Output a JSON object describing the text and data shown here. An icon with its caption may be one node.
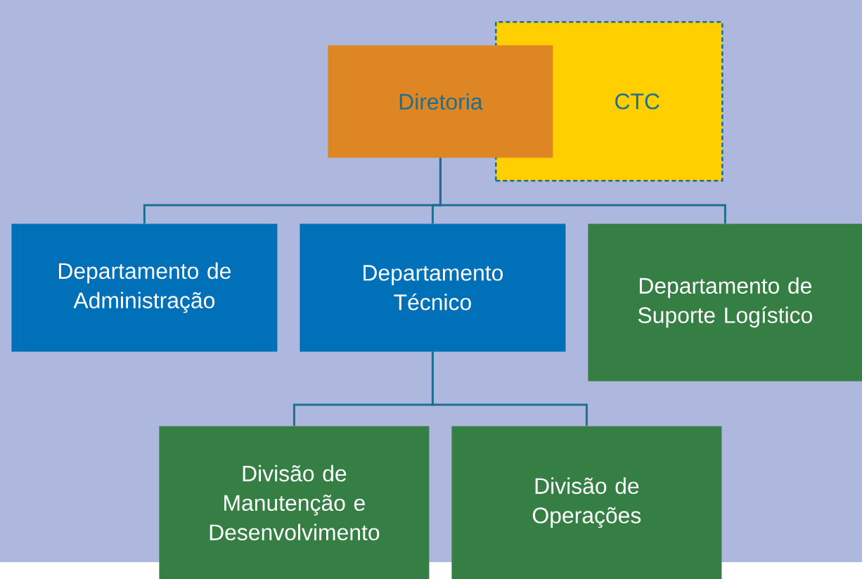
{
  "diagram": {
    "nodes": [
      {
        "text": [
          "Diretoria"
        ]
      },
      {
        "text": [
          "CTC"
        ]
      },
      {
        "text": [
          "Departamento de Administração"
        ]
      },
      {
        "text": [
          "Departamento Técnico"
        ]
      },
      {
        "text": [
          "Departamento de Suporte Logístico"
        ]
      },
      {
        "text": [
          "Divisão de Manutenção e Desenvolvimento"
        ]
      },
      {
        "text": [
          "Divisão de Operações"
        ]
      }
    ],
    "edges": [
      {
        "from": 0,
        "to": 2,
        "arrow": "none"
      },
      {
        "from": 0,
        "to": 3,
        "arrow": "none"
      },
      {
        "from": 0,
        "to": 4,
        "arrow": "none"
      },
      {
        "from": 3,
        "to": 5,
        "arrow": "none"
      },
      {
        "from": 3,
        "to": 6,
        "arrow": "none"
      }
    ]
  }
}
